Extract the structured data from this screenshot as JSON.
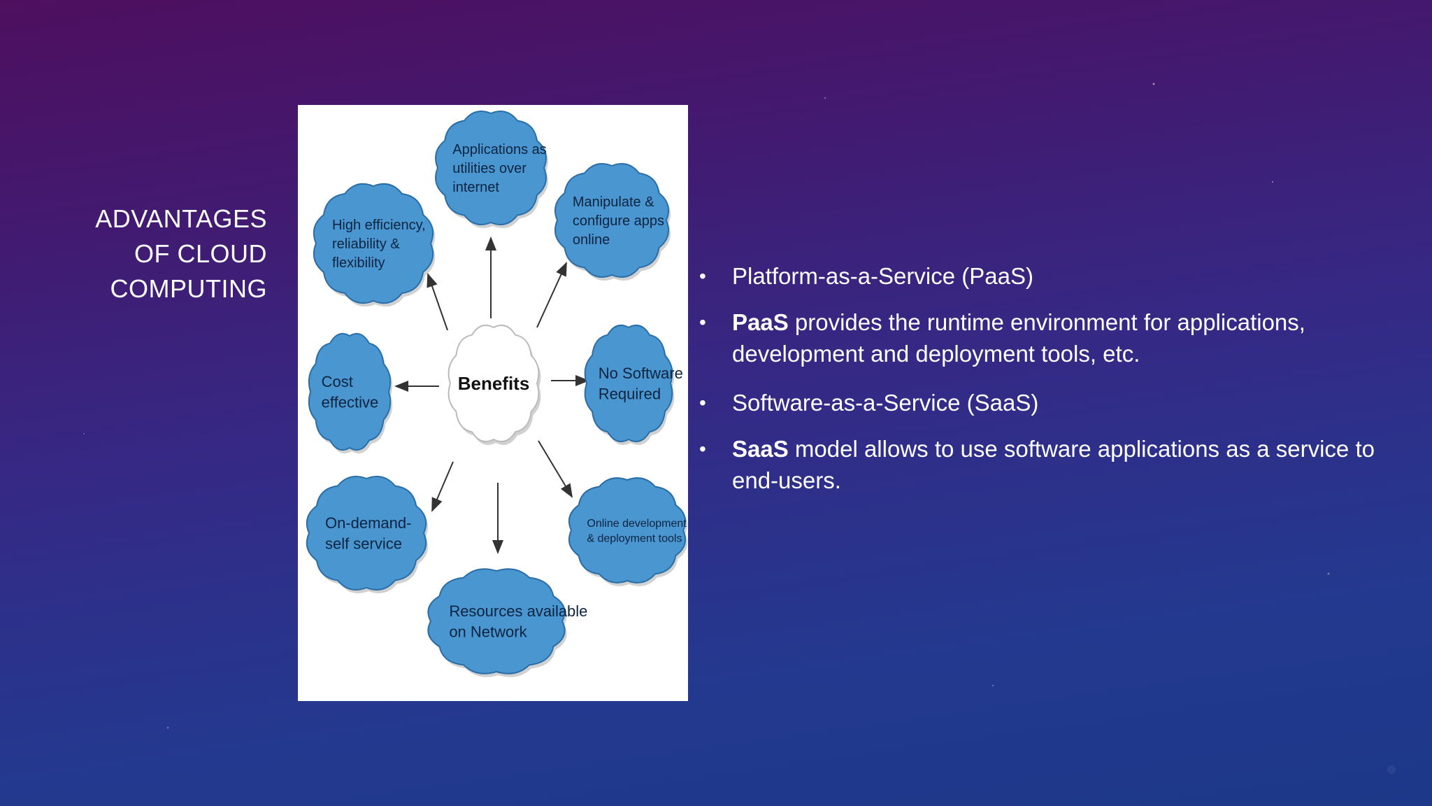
{
  "slide": {
    "title": "Advantages\nof Cloud\nComputing"
  },
  "diagram": {
    "center": "Benefits",
    "nodes": [
      {
        "id": "n1",
        "lines": [
          "Applications as",
          "utilities over",
          "internet"
        ]
      },
      {
        "id": "n2",
        "lines": [
          "Manipulate &",
          "configure apps",
          "online"
        ]
      },
      {
        "id": "n3",
        "lines": [
          "No Software",
          "Required"
        ]
      },
      {
        "id": "n4",
        "lines": [
          "Online development",
          "& deployment tools"
        ]
      },
      {
        "id": "n5",
        "lines": [
          "Resources available",
          "on Network"
        ]
      },
      {
        "id": "n6",
        "lines": [
          "On-demand-",
          "self service"
        ]
      },
      {
        "id": "n7",
        "lines": [
          "Cost",
          "effective"
        ]
      },
      {
        "id": "n8",
        "lines": [
          "High efficiency,",
          "reliability &",
          "flexibility"
        ]
      }
    ],
    "colors": {
      "cloud_fill": "#4a96d0",
      "cloud_stroke": "#2a6ea8",
      "center_fill": "#ffffff",
      "arrow": "#333333"
    }
  },
  "bullets": [
    {
      "bold": "",
      "text": "Platform-as-a-Service (PaaS)"
    },
    {
      "bold": "PaaS",
      "text": " provides the runtime environment for applications, development and deployment tools, etc."
    },
    {
      "bold": "",
      "text": "Software-as-a-Service (SaaS)"
    },
    {
      "bold": "SaaS",
      "text": " model allows to use software applications as a service to end-users."
    }
  ]
}
